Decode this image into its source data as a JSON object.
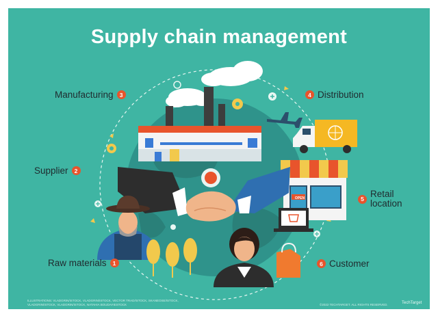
{
  "title": "Supply chain management",
  "stages": [
    {
      "number": "1",
      "label": "Raw materials"
    },
    {
      "number": "2",
      "label": "Supplier"
    },
    {
      "number": "3",
      "label": "Manufacturing"
    },
    {
      "number": "4",
      "label": "Distribution"
    },
    {
      "number": "5",
      "label_line1": "Retail",
      "label_line2": "location"
    },
    {
      "number": "6",
      "label": "Customer"
    }
  ],
  "shop_sign": "OPEN",
  "footer": {
    "credit_line1": "ILLUSTRATIONS: VLADGRIN/ISTOCK, VLADGRIN/ISTOCK, VECTOR TRAD/ISTOCK, SKANEOSE/ISTOCK,",
    "credit_line2": "VLADGRIN/ISTOCK, VLADGRIN/ISTOCK, NATAHIA BOUDAYIESTOCK",
    "copyright": "©2022 TECHTARGET. ALL RIGHTS RESERVED.",
    "brand": "TechTarget"
  },
  "colors": {
    "background": "#3fb5a3",
    "badge": "#e8542c",
    "title_text": "#ffffff",
    "globe": "#2e8c86",
    "truck_cargo": "#f5b823",
    "shopping_bag": "#f07a2f"
  }
}
